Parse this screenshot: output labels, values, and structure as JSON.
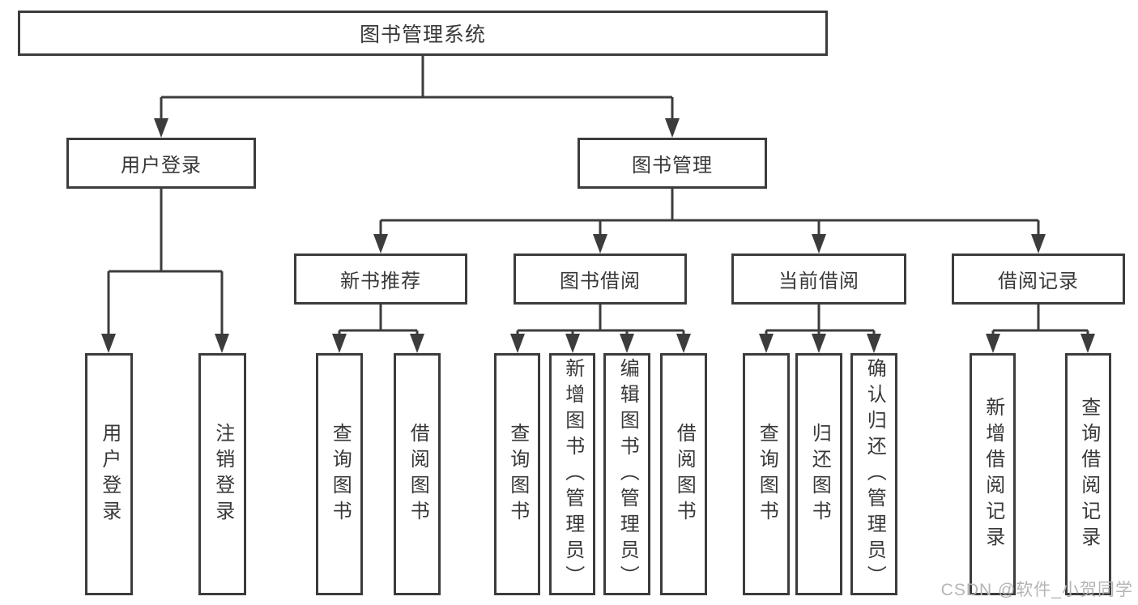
{
  "colors": {
    "line": "#3c3c3c",
    "box_border": "#3c3c3c",
    "box_background": "#ffffff",
    "text": "#383838",
    "watermark": "#b5b5b5",
    "page_background": "#ffffff"
  },
  "tree": {
    "root": {
      "label": "图书管理系统",
      "children": [
        {
          "label": "用户登录",
          "children": [
            {
              "label": "用户登录"
            },
            {
              "label": "注销登录"
            }
          ]
        },
        {
          "label": "图书管理",
          "children": [
            {
              "label": "新书推荐",
              "children": [
                {
                  "label": "查询图书"
                },
                {
                  "label": "借阅图书"
                }
              ]
            },
            {
              "label": "图书借阅",
              "children": [
                {
                  "label": "查询图书"
                },
                {
                  "label": "新增图书（管理员）"
                },
                {
                  "label": "编辑图书（管理员）"
                },
                {
                  "label": "借阅图书"
                }
              ]
            },
            {
              "label": "当前借阅",
              "children": [
                {
                  "label": "查询图书"
                },
                {
                  "label": "归还图书"
                },
                {
                  "label": "确认归还（管理员）"
                }
              ]
            },
            {
              "label": "借阅记录",
              "children": [
                {
                  "label": "新增借阅记录"
                },
                {
                  "label": "查询借阅记录"
                }
              ]
            }
          ]
        }
      ]
    }
  },
  "watermark": {
    "text": "CSDN @软件_小贺同学"
  }
}
